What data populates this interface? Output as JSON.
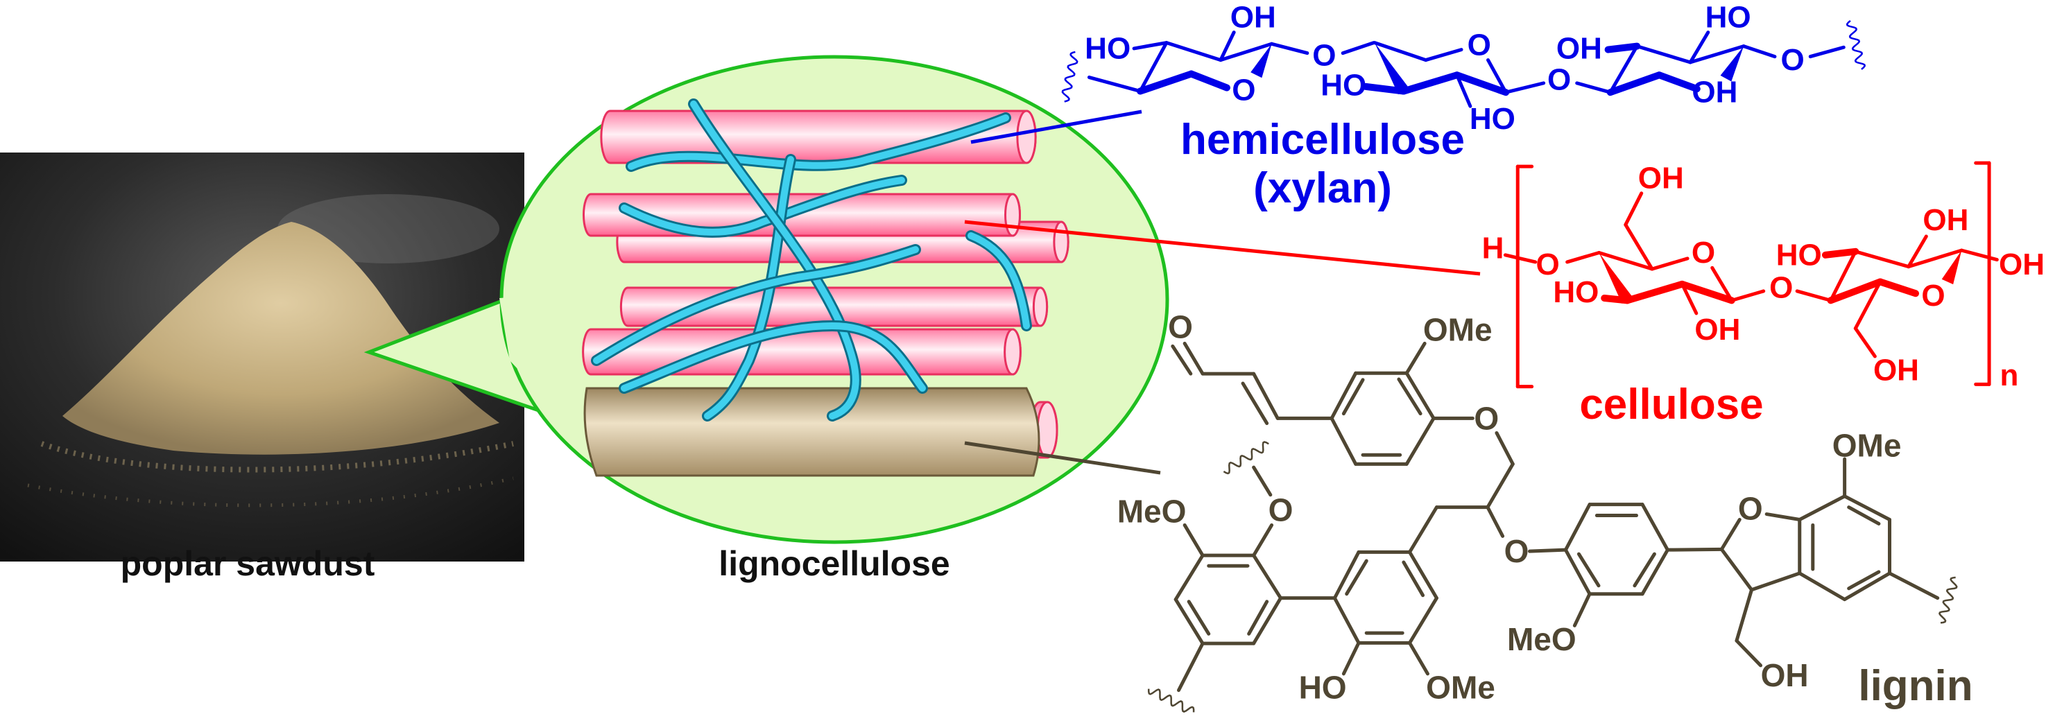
{
  "labels": {
    "sawdust": "poplar sawdust",
    "lignocellulose": "lignocellulose",
    "hemicellulose": "hemicellulose",
    "xylan": "(xylan)",
    "cellulose": "cellulose",
    "lignin": "lignin",
    "repeat_n": "n"
  },
  "colors": {
    "hemicellulose": "#0000e8",
    "cellulose": "#ff0000",
    "lignin": "#4f4632",
    "callout_fill": "#e2f9c4",
    "callout_stroke": "#1fbf1f",
    "fiber": "#f7a6c0",
    "strand": "#2ab8d8"
  },
  "xylan_atoms": [
    "HO",
    "OH",
    "O",
    "O",
    "O",
    "HO",
    "HO",
    "O",
    "OH",
    "HO",
    "OH",
    "O",
    "O"
  ],
  "cellulose_atoms": [
    "H",
    "O",
    "O",
    "HO",
    "OH",
    "OH",
    "O",
    "HO",
    "OH",
    "O",
    "OH",
    "OH"
  ],
  "lignin_atoms": [
    "O",
    "OMe",
    "O",
    "O",
    "HO",
    "OMe",
    "MeO",
    "O",
    "O",
    "MeO",
    "O",
    "OH",
    "OMe"
  ]
}
